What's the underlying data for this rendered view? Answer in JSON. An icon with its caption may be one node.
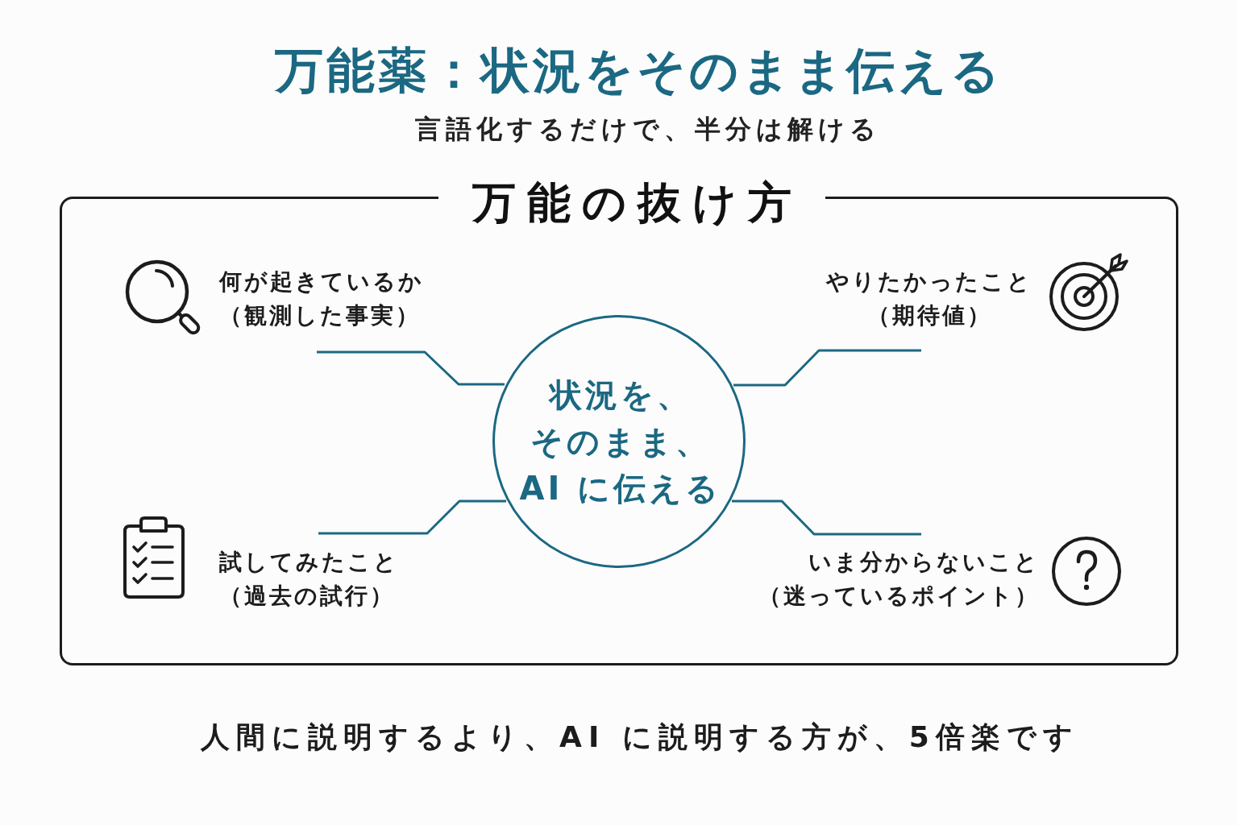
{
  "diagram": {
    "title": "万能薬：状況をそのまま伝える",
    "caption": "人間に説明するより、AI に説明する方が、5倍楽です",
    "nodes": [
      {
        "text": [
          "万能の抜け方"
        ]
      },
      {
        "text": [
          "何が起きているか",
          "（観測した事実）"
        ],
        "in": 0
      },
      {
        "text": [
          "やりたかったこと",
          "（期待値）"
        ],
        "in": 0
      },
      {
        "text": [
          "状況を、そのまま、AI に伝える"
        ],
        "in": 0
      },
      {
        "text": [
          "試してみたこと",
          "（過去の試行）"
        ],
        "in": 0
      },
      {
        "text": [
          "いま分からないこと",
          "（迷っているポイント）"
        ],
        "in": 0
      }
    ],
    "edges": [
      {
        "from": 1,
        "to": 3,
        "arrow": "none"
      },
      {
        "from": 2,
        "to": 3,
        "arrow": "none"
      },
      {
        "from": 4,
        "to": 3,
        "arrow": "none"
      },
      {
        "from": 5,
        "to": 3,
        "arrow": "none"
      }
    ],
    "labels": [
      "言語化するだけで、半分は解ける"
    ]
  }
}
